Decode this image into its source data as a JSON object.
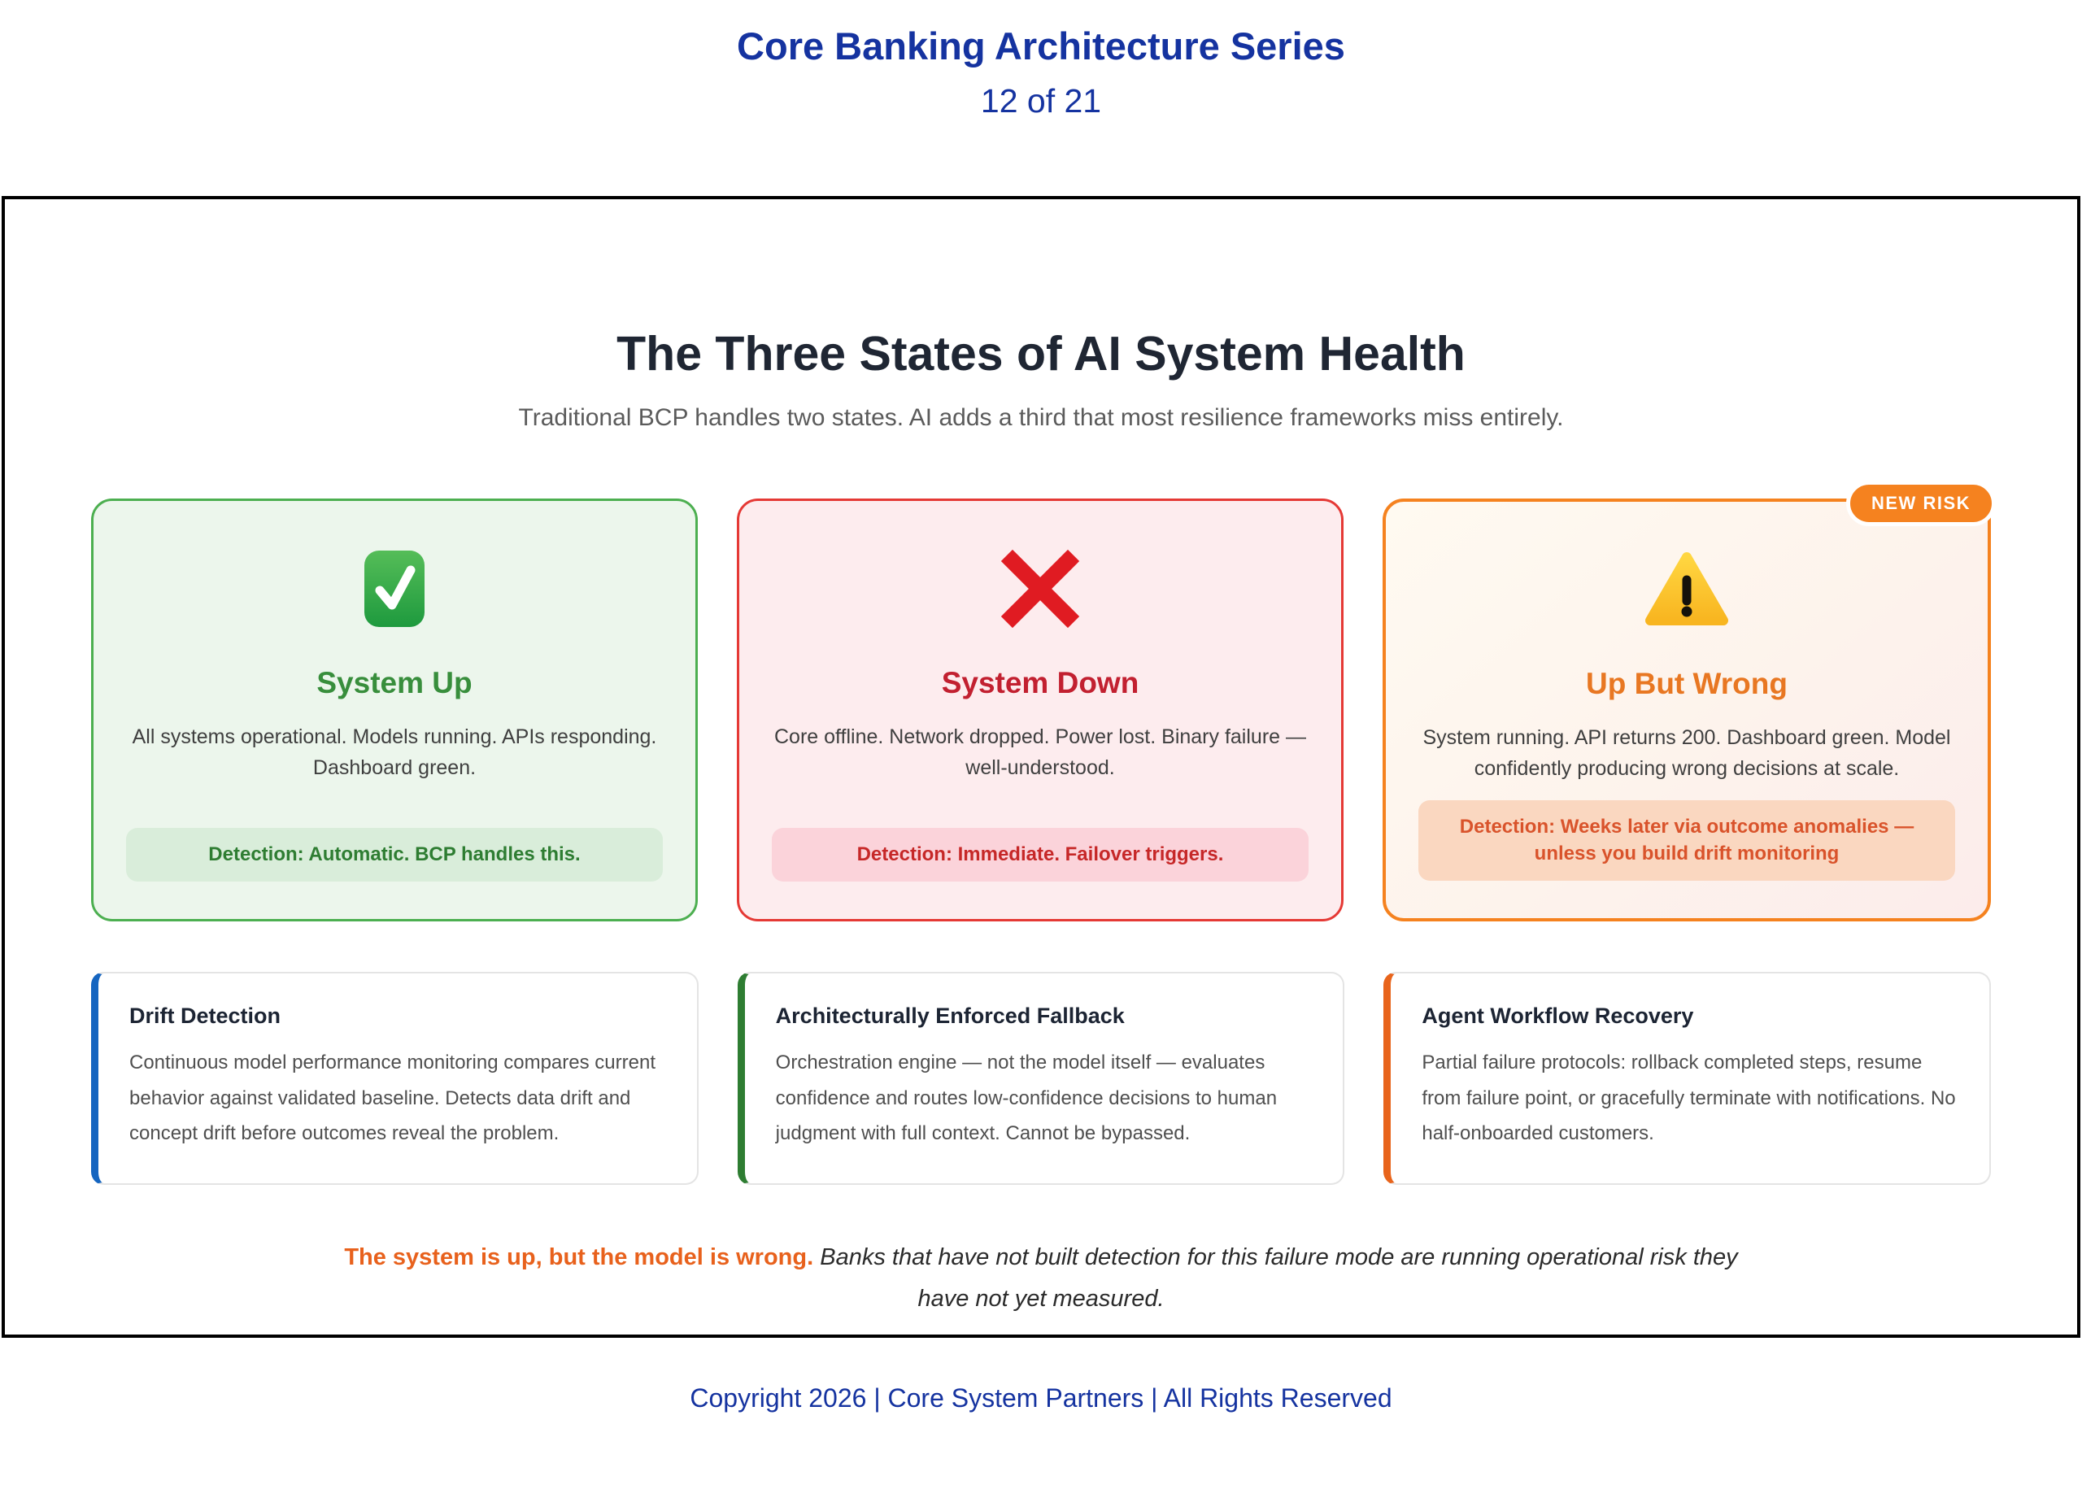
{
  "header": {
    "series_title": "Core Banking Architecture Series",
    "page_indicator": "12 of 21"
  },
  "main": {
    "title": "The Three States of AI System Health",
    "subtitle": "Traditional BCP handles two states. AI adds a third that most resilience frameworks miss entirely.",
    "state_cards": [
      {
        "icon": "check-mark-icon",
        "title": "System Up",
        "description": "All systems operational. Models running. APIs responding. Dashboard green.",
        "detection": "Detection: Automatic. BCP handles this.",
        "accent_color": "#4caf50"
      },
      {
        "icon": "cross-mark-icon",
        "title": "System Down",
        "description": "Core offline. Network dropped. Power lost. Binary failure — well-understood.",
        "detection": "Detection: Immediate. Failover triggers.",
        "accent_color": "#e53935"
      },
      {
        "icon": "warning-triangle-icon",
        "title": "Up But Wrong",
        "badge": "NEW RISK",
        "description": "System running. API returns 200. Dashboard green. Model confidently producing wrong decisions at scale.",
        "detection": "Detection: Weeks later via outcome anomalies — unless you build drift monitoring",
        "accent_color": "#f5821f"
      }
    ],
    "capability_cards": [
      {
        "title": "Drift Detection",
        "description": "Continuous model performance monitoring compares current behavior against validated baseline. Detects data drift and concept drift before outcomes reveal the problem.",
        "accent_color": "#1565c0"
      },
      {
        "title": "Architecturally Enforced Fallback",
        "description": "Orchestration engine — not the model itself — evaluates confidence and routes low-confidence decisions to human judgment with full context. Cannot be bypassed.",
        "accent_color": "#2e7d32"
      },
      {
        "title": "Agent Workflow Recovery",
        "description": "Partial failure protocols: rollback completed steps, resume from failure point, or gracefully terminate with notifications. No half-onboarded customers.",
        "accent_color": "#e8641b"
      }
    ],
    "closing": {
      "highlight": "The system is up, but the model is wrong.",
      "text": "Banks that have not built detection for this failure mode are running operational risk they have not yet measured."
    }
  },
  "footer": {
    "copyright": "Copyright 2026 | Core System Partners | All Rights Reserved"
  },
  "colors": {
    "brand_blue": "#1533a0",
    "frame_border": "#000000",
    "green": "#4caf50",
    "red": "#e53935",
    "orange": "#f5821f",
    "closing_highlight": "#e8611c"
  }
}
